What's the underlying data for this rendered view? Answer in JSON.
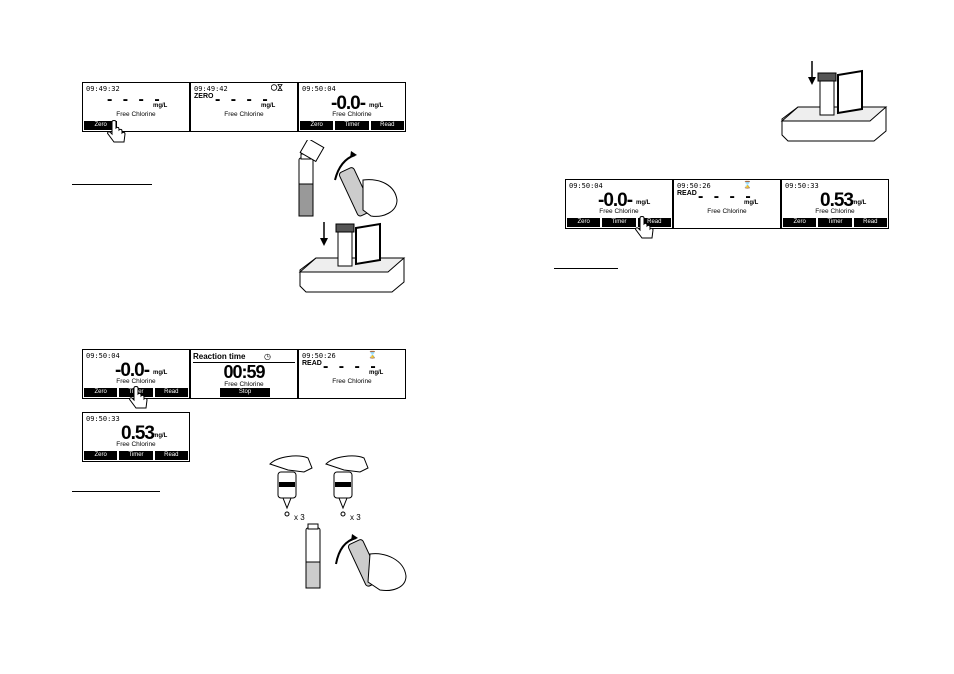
{
  "labels": {
    "zero": "Zero",
    "timer": "Timer",
    "read": "Read",
    "stop": "Stop",
    "unit": "mg/L",
    "param": "Free Chlorine",
    "reaction_title": "Reaction time"
  },
  "screens": {
    "s1": {
      "time": "09:49:32",
      "value": "- - - -"
    },
    "s2": {
      "time": "09:49:42",
      "status": "ZERO",
      "value": "- - - -"
    },
    "s3": {
      "time": "09:50:04",
      "value": "-0.0-"
    },
    "s4": {
      "time": "09:50:04",
      "value": "-0.0-"
    },
    "s5": {
      "timer": "00:59"
    },
    "s6": {
      "time": "09:50:26",
      "status": "READ",
      "value": "- - - -"
    },
    "s7": {
      "time": "09:50:33",
      "value": "0.53"
    },
    "s8": {
      "time": "09:50:04",
      "value": "-0.0-"
    },
    "s9": {
      "time": "09:50:26",
      "status": "READ",
      "value": "- - - -"
    },
    "s10": {
      "time": "09:50:33",
      "value": "0.53"
    }
  },
  "drops": {
    "x1": "x 3",
    "x2": "x 3"
  },
  "icons": [
    "hand-pointer-icon",
    "hourglass-icon",
    "timer-icon"
  ]
}
